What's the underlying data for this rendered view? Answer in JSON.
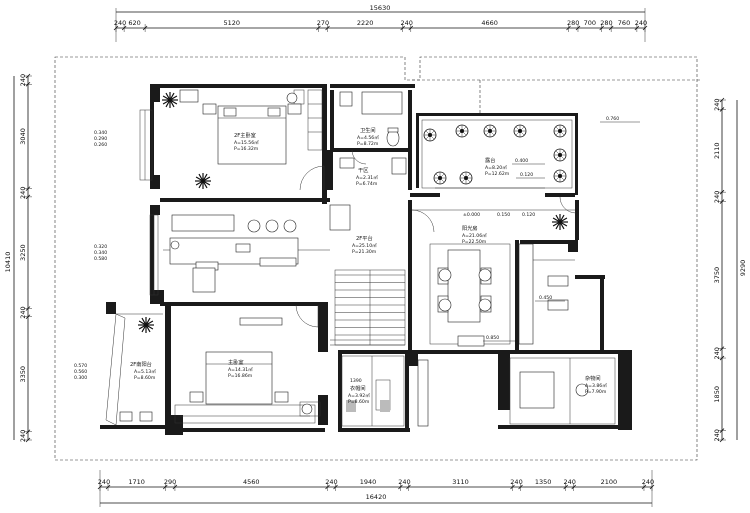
{
  "dims": {
    "top_total": "15630",
    "top_segments": [
      "240",
      "620",
      "5120",
      "270",
      "2220",
      "240",
      "4660",
      "280",
      "700",
      "280",
      "760",
      "240"
    ],
    "bottom_total": "16420",
    "bottom_segments": [
      "240",
      "1710",
      "290",
      "4560",
      "240",
      "1940",
      "240",
      "3110",
      "240",
      "1350",
      "240",
      "2100",
      "240"
    ],
    "left_total": "10410",
    "left_segments": [
      "240",
      "3040",
      "240",
      "3250",
      "240",
      "3350",
      "240"
    ],
    "right_total": "9290",
    "right_segments": [
      "240",
      "2110",
      "240",
      "3750",
      "240",
      "1850",
      "240"
    ]
  },
  "rooms": {
    "master_bedroom_2f": {
      "name": "2F主卧室",
      "area": "A=15.56㎡",
      "perimeter": "P=16.32m"
    },
    "bathroom": {
      "name": "卫生间",
      "area": "A=4.56㎡",
      "perimeter": "P=8.72m"
    },
    "washroom": {
      "name": "干区",
      "area": "A=2.31㎡",
      "perimeter": "P=6.74m"
    },
    "terrace": {
      "name": "露台",
      "area": "A=8.20㎡",
      "perimeter": "P=12.62m"
    },
    "platform_2f": {
      "name": "2F平台",
      "area": "A=25.10㎡",
      "perimeter": "P=21.30m"
    },
    "sunroom": {
      "name": "阳光房",
      "area": "A=21.06㎡",
      "perimeter": "P=22.50m"
    },
    "south_balcony": {
      "name": "2F南阳台",
      "area": "A=5.13㎡",
      "perimeter": "P=8.60m"
    },
    "main_bedroom": {
      "name": "主卧室",
      "area": "A=14.31㎡",
      "perimeter": "P=16.86m"
    },
    "cloakroom": {
      "name": "衣帽间",
      "area": "A=3.92㎡",
      "perimeter": "P=8.60m"
    },
    "storage": {
      "name": "杂物间",
      "area": "A=3.86㎡",
      "perimeter": "P=7.90m"
    }
  },
  "levels": [
    "0.760",
    "0.400",
    "0.120",
    "±0.000",
    "0.150",
    "0.120",
    "0.450",
    "0.850",
    "0.340",
    "0.290",
    "0.260",
    "0.320",
    "0.340",
    "0.580",
    "0.570",
    "0.560",
    "0.300"
  ],
  "misc": {
    "stair_dim": "1390"
  }
}
